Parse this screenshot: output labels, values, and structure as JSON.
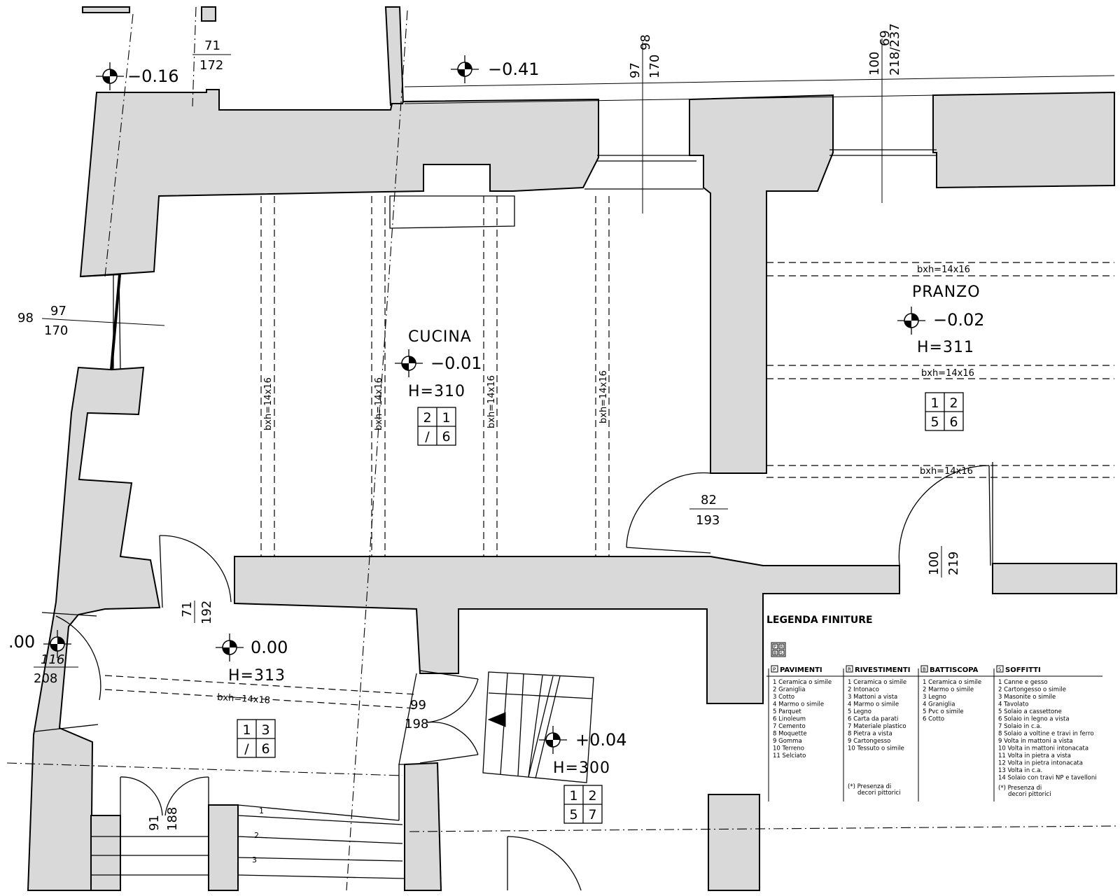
{
  "rooms": {
    "cucina": {
      "name": "CUCINA",
      "level": "−0.01",
      "height": "H=310",
      "finish": [
        "2",
        "1",
        "/",
        "6"
      ]
    },
    "pranzo": {
      "name": "PRANZO",
      "level": "−0.02",
      "height": "H=311",
      "finish": [
        "1",
        "2",
        "5",
        "6"
      ]
    },
    "ingresso": {
      "level": "0.00",
      "height": "H=313",
      "finish": [
        "1",
        "3",
        "/",
        "6"
      ]
    },
    "disimpegno": {
      "level": "+0.04",
      "height": "H=300",
      "finish": [
        "1",
        "2",
        "5",
        "7"
      ]
    }
  },
  "levels": {
    "top_left": "−0.16",
    "top_center": "−0.41",
    "left_edge": ".00"
  },
  "beams": {
    "label_vertical": "bxh=14x16",
    "label_horizontal": "bxh=14x16",
    "label_ingresso": "bxh=14x18"
  },
  "dimensions": {
    "d_top_left": [
      "71",
      "172"
    ],
    "d_top_window_a": [
      "97",
      "98",
      "170"
    ],
    "d_top_window_b": [
      "100",
      "69",
      "218/237"
    ],
    "d_left_window": [
      "98",
      "97",
      "170"
    ],
    "d_door_pranzo": [
      "82",
      "193"
    ],
    "d_door_right": [
      "100",
      "219"
    ],
    "d_door_ingresso": [
      "71",
      "192"
    ],
    "d_entry": [
      "116",
      "208"
    ],
    "d_door_99": [
      "99",
      "198"
    ],
    "d_door_stair": [
      "91",
      "188"
    ]
  },
  "stairs": {
    "steps": [
      "1",
      "2",
      "3"
    ]
  },
  "legend": {
    "title": "LEGENDA  FINITURE",
    "key": [
      "P",
      "R",
      "B",
      "S"
    ],
    "columns": [
      {
        "letter": "P",
        "header": "PAVIMENTI",
        "items": [
          "1 Ceramica o simile",
          "2 Graniglia",
          "3 Cotto",
          "4 Marmo o simile",
          "5 Parquet",
          "6 Linoleum",
          "7 Cemento",
          "8 Moquette",
          "9 Gomma",
          "10 Terreno",
          "11 Selciato"
        ],
        "note": []
      },
      {
        "letter": "R",
        "header": "RIVESTIMENTI",
        "items": [
          "1 Ceramica o simile",
          "2 Intonaco",
          "3 Mattoni a vista",
          "4 Marmo o simile",
          "5 Legno",
          "6 Carta da parati",
          "7 Materiale plastico",
          "8 Pietra a vista",
          "9 Cartongesso",
          "10 Tessuto o simile"
        ],
        "note": [
          "(*) Presenza di",
          "decori pittorici"
        ]
      },
      {
        "letter": "B",
        "header": "BATTISCOPA",
        "items": [
          "1 Ceramica o simile",
          "2 Marmo o simile",
          "3 Legno",
          "4 Graniglia",
          "5 Pvc o simile",
          "6 Cotto"
        ],
        "note": []
      },
      {
        "letter": "S",
        "header": "SOFFITTI",
        "items": [
          "1 Canne e gesso",
          "2 Cartongesso o simile",
          "3 Masonite o simile",
          "4 Tavolato",
          "5 Solaio a cassettone",
          "6 Solaio in legno a vista",
          "7 Solaio in c.a.",
          "8 Solaio a voltine e travi in ferro",
          "9 Volta in mattoni a vista",
          "10 Volta in mattoni intonacata",
          "11 Volta in pietra a vista",
          "12 Volta in pietra intonacata",
          "13 Volta in c.a.",
          "14 Solaio con travi NP e tavelloni"
        ],
        "note": [
          "(*) Presenza di",
          "decori pittorici"
        ]
      }
    ]
  }
}
